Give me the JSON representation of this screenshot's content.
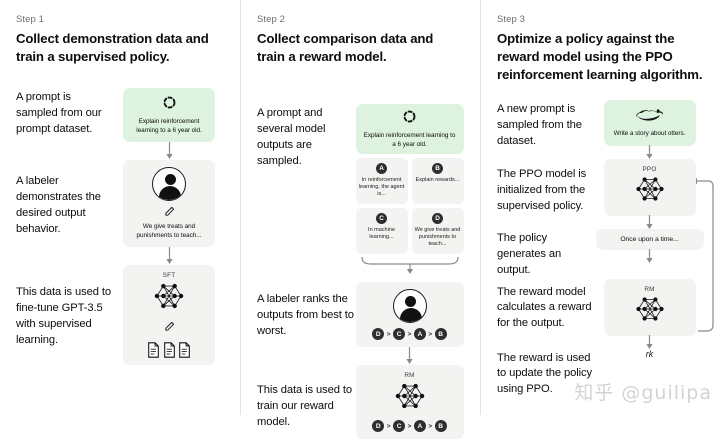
{
  "diagram": {
    "title": "Three-step RLHF training process",
    "watermark": "知乎 @guilipa",
    "colors": {
      "prompt_green": "#ddf3e0",
      "panel_gray": "#f3f3f1",
      "ink": "#0d0d0d",
      "divider": "#e3e3e3"
    }
  },
  "columns": [
    {
      "step_label": "Step 1",
      "title": "Collect demonstration data and train a supervised policy.",
      "rows": [
        {
          "text": "A prompt is sampled from our prompt dataset.",
          "panel_caption": "Explain reinforcement learning to a 6 year old.",
          "icon": "dashed-circle-icon"
        },
        {
          "text": "A labeler demonstrates the desired output behavior.",
          "panel_caption": "We give treats and punishments to teach...",
          "icon": "labeler-avatar-icon"
        },
        {
          "text": "This data is used to fine-tune GPT-3.5 with supervised learning.",
          "panel_tag": "SFT",
          "icon": "neural-network-icon"
        }
      ]
    },
    {
      "step_label": "Step 2",
      "title": "Collect comparison data and train a reward model.",
      "rows": [
        {
          "text": "A prompt and several model outputs are sampled.",
          "panel_caption": "Explain reinforcement learning to a 6 year old.",
          "icon": "dashed-circle-icon",
          "options": [
            {
              "badge": "A",
              "text": "In reinforcement learning, the agent is..."
            },
            {
              "badge": "B",
              "text": "Explain rewards..."
            },
            {
              "badge": "C",
              "text": "In machine learning..."
            },
            {
              "badge": "D",
              "text": "We give treats and punishments to teach..."
            }
          ]
        },
        {
          "text": "A labeler ranks the outputs from best to worst.",
          "icon": "labeler-avatar-icon",
          "ranking": [
            "D",
            "C",
            "A",
            "B"
          ]
        },
        {
          "text": "This data is used to train our reward model.",
          "panel_tag": "RM",
          "icon": "neural-network-icon",
          "ranking": [
            "D",
            "C",
            "A",
            "B"
          ]
        }
      ]
    },
    {
      "step_label": "Step 3",
      "title": "Optimize a policy against the reward model using the PPO reinforcement learning algorithm.",
      "rows": [
        {
          "text": "A new prompt is sampled from the dataset.",
          "panel_caption": "Write a story about otters.",
          "icon": "otter-icon"
        },
        {
          "text": "The PPO model is initialized from the supervised policy.",
          "panel_tag": "PPO",
          "icon": "neural-network-icon"
        },
        {
          "text": "The policy generates an output.",
          "panel_caption": "Once upon a time...",
          "icon": "text-output-icon"
        },
        {
          "text": "The reward model calculates a reward for the output.",
          "panel_tag": "RM",
          "icon": "neural-network-icon"
        },
        {
          "text": "The reward is used to update the policy using PPO.",
          "reward_symbol": "rk",
          "icon": "reward-feedback-icon"
        }
      ]
    }
  ]
}
